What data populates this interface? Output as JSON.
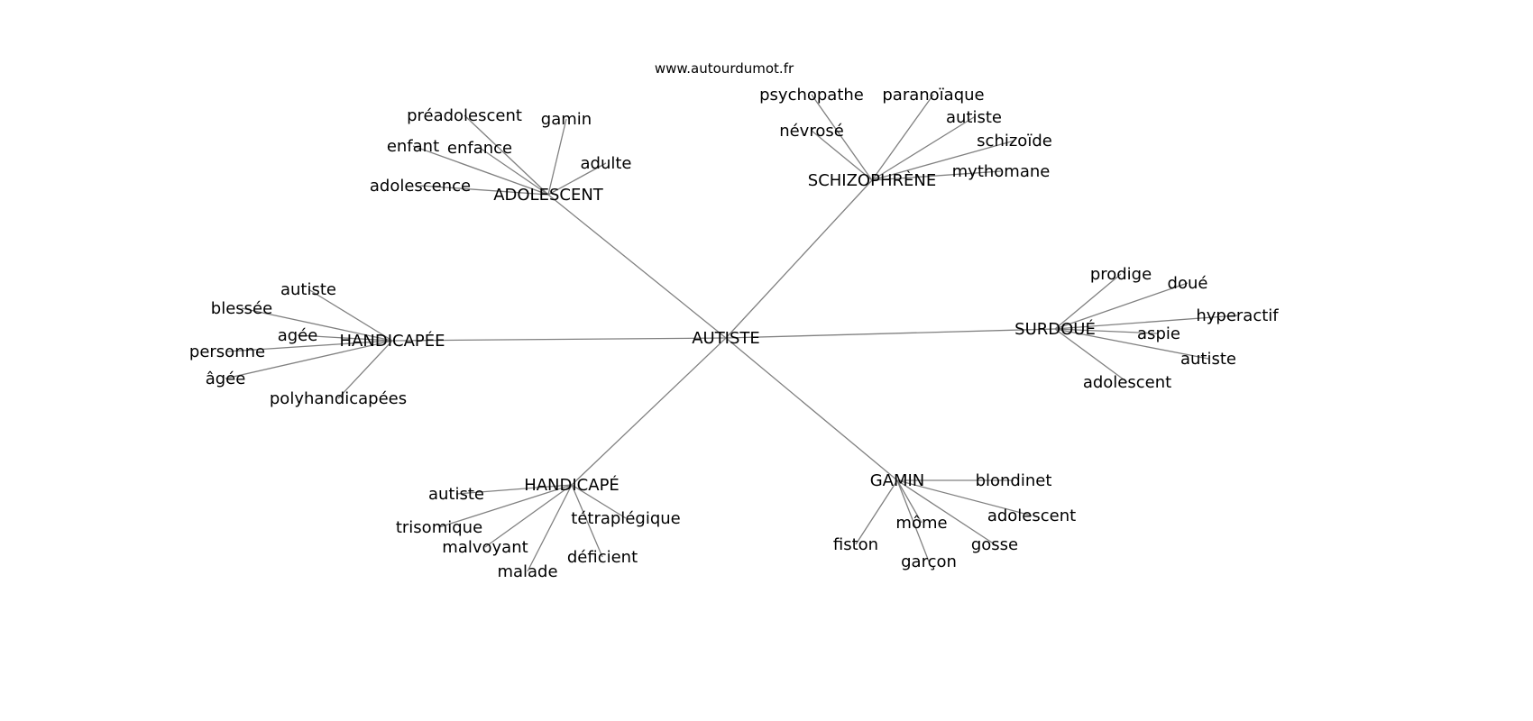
{
  "title": "www.autourdumot.fr",
  "graph": {
    "center": "AUTISTE",
    "edge_color": "#808080",
    "hubs": [
      {
        "label": "ADOLESCENT",
        "children": [
          "préadolescent",
          "gamin",
          "enfant",
          "enfance",
          "adulte",
          "adolescence"
        ]
      },
      {
        "label": "SCHIZOPHRÈNE",
        "children": [
          "psychopathe",
          "paranoïaque",
          "autiste",
          "névrosé",
          "schizoïde",
          "mythomane"
        ]
      },
      {
        "label": "HANDICAPÉE",
        "children": [
          "autiste",
          "blessée",
          "agée",
          "personne",
          "âgée",
          "polyhandicapées"
        ]
      },
      {
        "label": "SURDOUÉ",
        "children": [
          "prodige",
          "doué",
          "hyperactif",
          "aspie",
          "autiste",
          "adolescent"
        ]
      },
      {
        "label": "HANDICAPÉ",
        "children": [
          "autiste",
          "trisomique",
          "malvoyant",
          "malade",
          "déficient",
          "tétraplégique"
        ]
      },
      {
        "label": "GAMIN",
        "children": [
          "blondinet",
          "adolescent",
          "môme",
          "gosse",
          "fiston",
          "garçon"
        ]
      }
    ]
  }
}
